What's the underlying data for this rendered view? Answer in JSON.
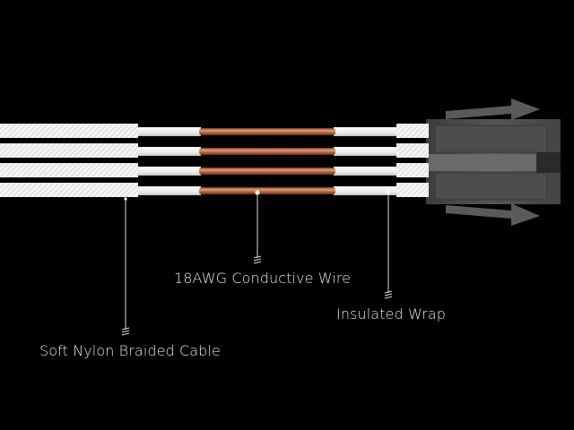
{
  "labels": {
    "conductive_wire": "18AWG Conductive Wire",
    "insulated_wrap": "Insulated Wrap",
    "braided_cable": "Soft Nylon Braided Cable"
  },
  "colors": {
    "background": "#000000",
    "braid": "#f4f4f4",
    "copper": "#b8683f",
    "insulation": "#ececec",
    "connector": "#4a4a4a",
    "arrow": "#5a5a5a",
    "label": "#e6e6e6"
  },
  "wire_count": 4
}
